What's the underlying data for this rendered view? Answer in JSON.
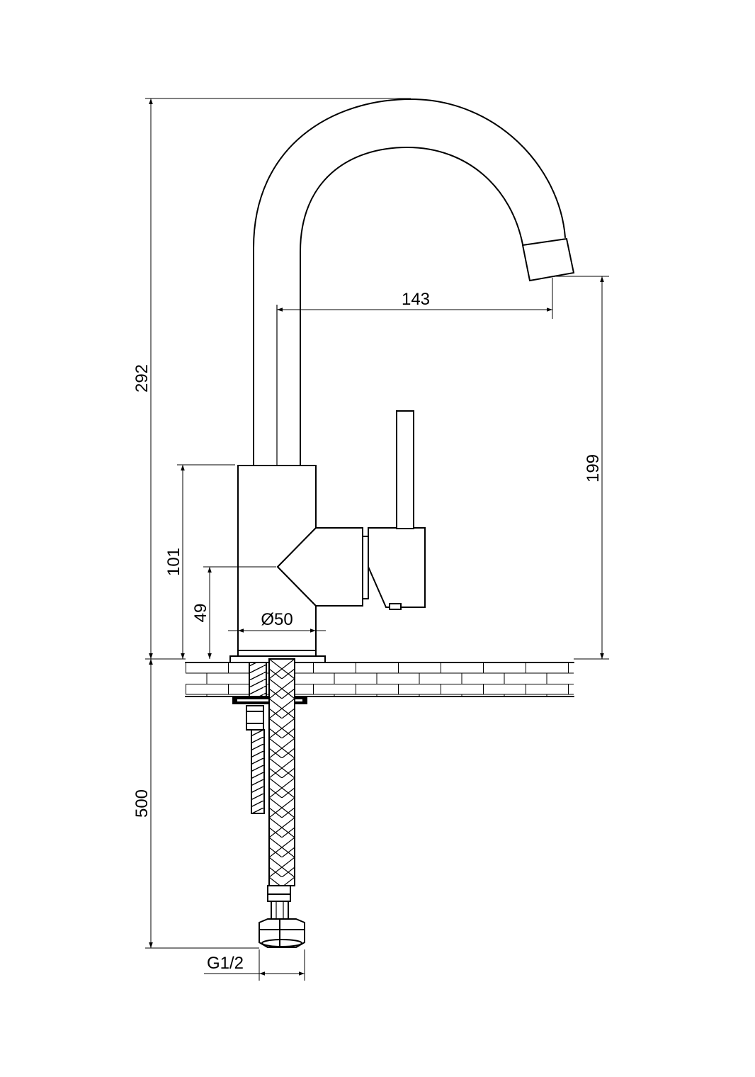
{
  "dimensions": {
    "total_height": "292",
    "spout_reach": "143",
    "outlet_height": "199",
    "body_height": "101",
    "lever_axis_height": "49",
    "body_diameter": "Ø50",
    "hose_length": "500",
    "connection_thread": "G1/2"
  },
  "colors": {
    "line": "#000000",
    "background": "#ffffff"
  }
}
